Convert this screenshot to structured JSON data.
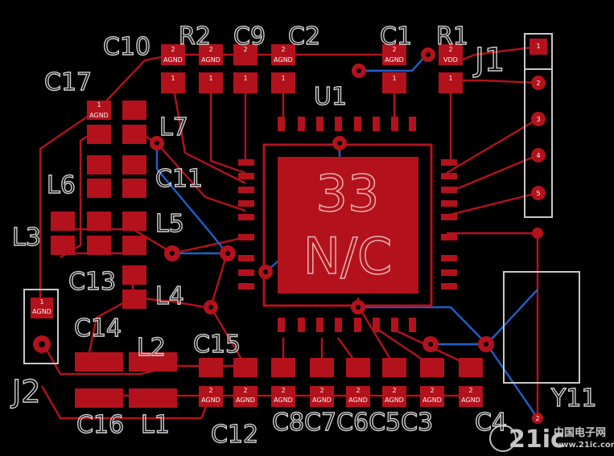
{
  "board": {
    "background": "#000000",
    "copper_top": "#b3121c",
    "copper_bottom": "#1f5fc8",
    "silkscreen": "#c8c8c8"
  },
  "chip": {
    "ref": "U1",
    "line1": "33",
    "line2": "N/C"
  },
  "labels": {
    "C10": "C10",
    "R2": "R2",
    "C9": "C9",
    "C2": "C2",
    "C1": "C1",
    "R1": "R1",
    "J1": "J1",
    "U1": "U1",
    "C17": "C17",
    "L7": "L7",
    "C11": "C11",
    "L6": "L6",
    "L5": "L5",
    "L3": "L3",
    "C13": "C13",
    "L4": "L4",
    "C14": "C14",
    "L2": "L2",
    "C15": "C15",
    "J2": "J2",
    "C16": "C16",
    "L1": "L1",
    "C12": "C12",
    "C8C7C6C5C3": "C8C7C6C5C3",
    "C4": "C4",
    "Y11": "Y11"
  },
  "nets": {
    "agnd": "AGND",
    "vdd": "VDD"
  },
  "pad_numbers": {
    "one": "1",
    "two": "2",
    "three": "3",
    "four": "4",
    "five": "5"
  },
  "watermark": {
    "brand": "21ic",
    "cn": "中国电子网",
    "url": "www.21ic.com"
  },
  "icons": {
    "logo": "21ic-logo-icon"
  }
}
